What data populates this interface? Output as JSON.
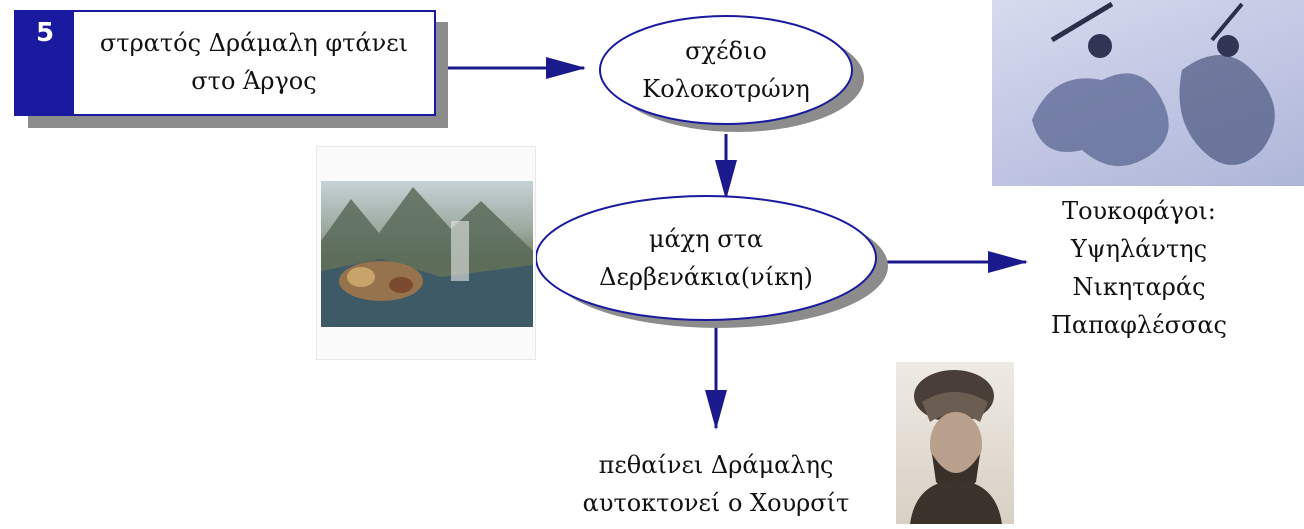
{
  "badge": {
    "number": "5"
  },
  "box": {
    "lines": [
      "στρατός Δράμαλη φτάνει",
      "στο Άργος"
    ]
  },
  "nodes": {
    "plan": {
      "lines": [
        "σχέδιο",
        "Κολοκοτρώνη"
      ]
    },
    "battle": {
      "lines": [
        "μάχη στα",
        "Δερβενάκια(νίκη)"
      ]
    }
  },
  "outcomes": {
    "death": {
      "lines": [
        "πεθαίνει Δράμαλης",
        "αυτοκτονεί ο Χουρσίτ"
      ]
    },
    "toukofagoi": {
      "lines": [
        "Τουκοφάγοι:",
        "Υψηλάντης",
        "Νικηταράς",
        "Παπαφλέσσας"
      ]
    }
  },
  "colors": {
    "accent": "#1a1aa0",
    "shadow": "#8c8c8c",
    "arrow": "#1a1a8c"
  },
  "images": {
    "battle_painting": "landscape-battle-painting",
    "riders_sketch": "horsemen-sketch",
    "portrait": "turbaned-man-portrait"
  }
}
